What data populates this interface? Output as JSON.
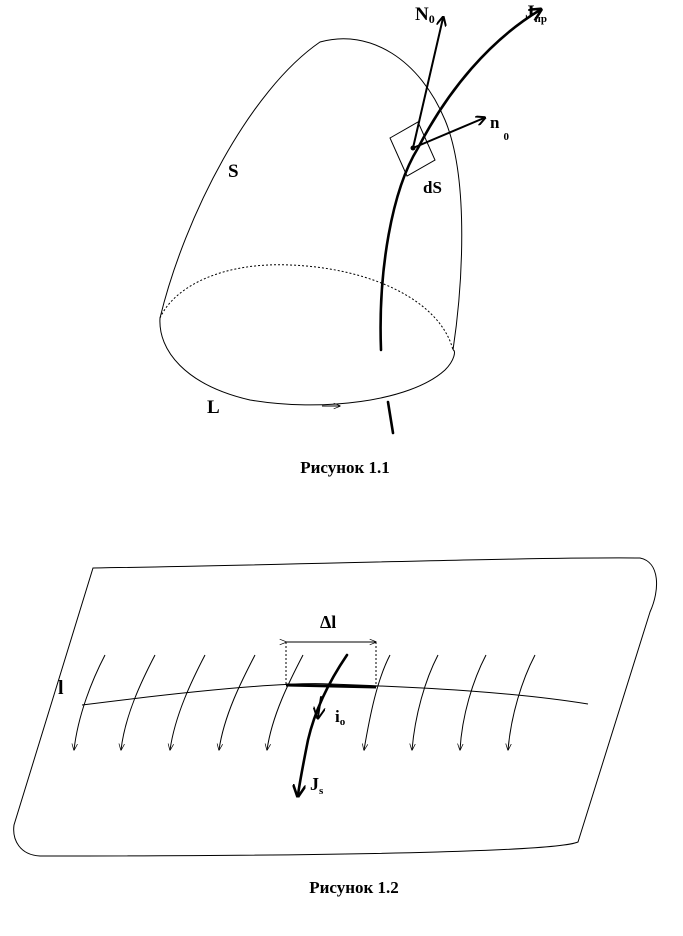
{
  "figure1": {
    "label_N": "N",
    "label_N_sub": "0",
    "label_J": "J",
    "label_J_sub": "пр",
    "label_n": "n",
    "label_n_sub": "0",
    "label_S": "S",
    "label_dS": "dS",
    "label_L": "L",
    "caption": "Рисунок 1.1"
  },
  "figure2": {
    "label_delta_l": "Δl",
    "label_l": "l",
    "label_i": "i",
    "label_i_sub": "o",
    "label_J": "J",
    "label_J_sub": "s",
    "caption": "Рисунок 1.2"
  }
}
